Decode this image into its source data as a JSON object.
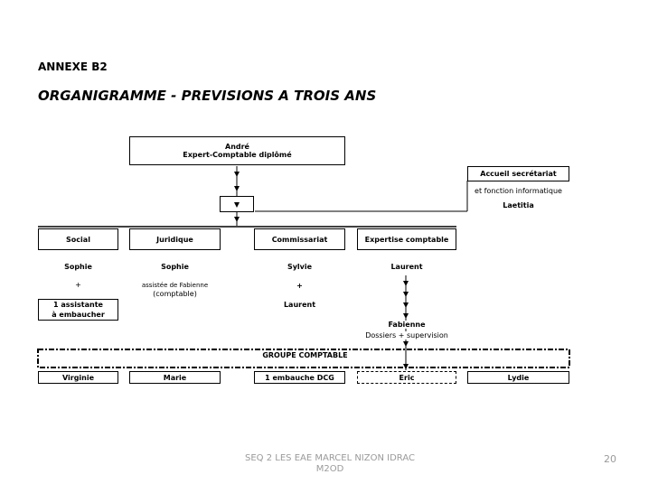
{
  "annex_label": "ANNEXE B2",
  "title_part1": "ORGANIGRAMME - ",
  "title_part2": "PREVISIONS A TROIS ANS",
  "top": {
    "name": "André",
    "role": "Expert-Comptable diplômé"
  },
  "reception": {
    "title": "Accueil secrétariat",
    "desc": "et fonction informatique",
    "name": "Laetitia"
  },
  "departments": [
    "Social",
    "Juridique",
    "Commissariat",
    "Expertise comptable"
  ],
  "social": {
    "person": "Sophie",
    "plus": "+",
    "assistant": "1 assistante\nà embaucher"
  },
  "juridique": {
    "person": "Sophie",
    "note1": "assistée de Fabienne",
    "note2": "(comptable)"
  },
  "commissariat": {
    "person": "Sylvie",
    "plus": "+",
    "person2": "Laurent"
  },
  "expertise": {
    "person": "Laurent",
    "person2": "Fabienne",
    "desc": "Dossiers + supervision"
  },
  "group_label": "GROUPE COMPTABLE",
  "bottom": [
    "Virginie",
    "Marie",
    "1 embauche DCG",
    "Eric",
    "Lydie"
  ],
  "footer": {
    "line1": "SEQ 2 LES EAE MARCEL NIZON IDRAC",
    "line2": "M2OD"
  },
  "page_number": "20"
}
